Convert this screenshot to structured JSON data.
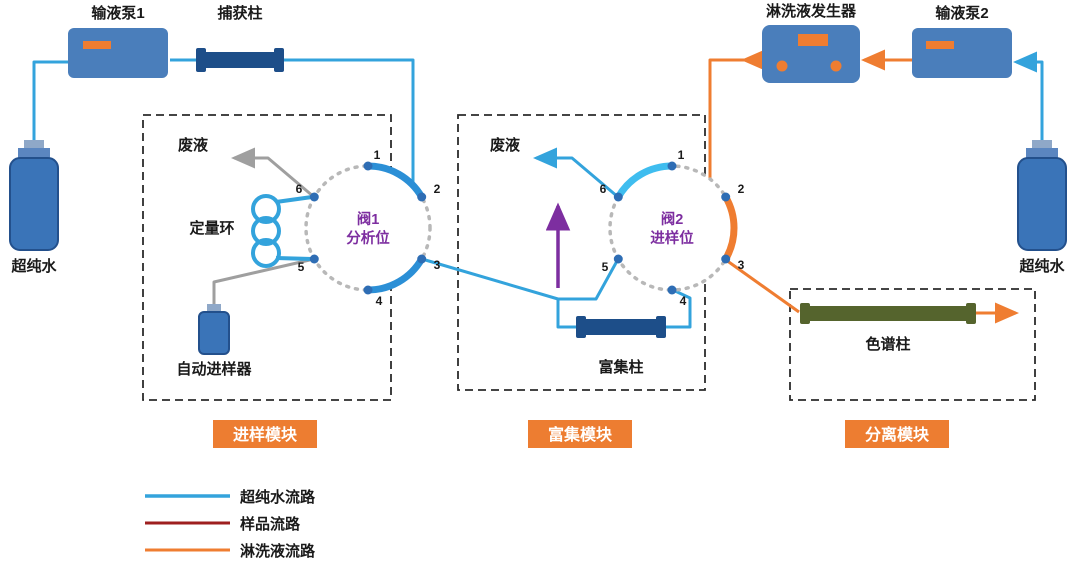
{
  "labels": {
    "pump1": "输液泵1",
    "capture_column": "捕获柱",
    "eluent_generator": "淋洗液发生器",
    "pump2": "输液泵2",
    "water_left": "超纯水",
    "water_right": "超纯水",
    "waste_1": "废液",
    "waste_2": "废液",
    "sample_loop": "定量环",
    "autosampler": "自动进样器",
    "enrichment_column": "富集柱",
    "separation_column": "色谱柱"
  },
  "valve1": {
    "line1": "阀1",
    "line2": "分析位",
    "ports": [
      "1",
      "2",
      "3",
      "4",
      "5",
      "6"
    ]
  },
  "valve2": {
    "line1": "阀2",
    "line2": "进样位",
    "ports": [
      "1",
      "2",
      "3",
      "4",
      "5",
      "6"
    ]
  },
  "modules": {
    "injection": "进样模块",
    "enrichment": "富集模块",
    "separation": "分离模块"
  },
  "legend": {
    "items": [
      {
        "label": "超纯水流路",
        "color": "#33a3dc"
      },
      {
        "label": "样品流路",
        "color": "#9e1f1f"
      },
      {
        "label": "淋洗液流路",
        "color": "#ef7d31"
      }
    ]
  },
  "colors": {
    "water": "#33a3dc",
    "sample": "#9e1f1f",
    "eluent": "#ef7d31",
    "gray_tube": "#9f9f9f",
    "valve_text_purple": "#7d2ea0",
    "module_tab": "#ed7d31",
    "pump_blue": "#4a7ebb",
    "dark_column_blue": "#1d4e89",
    "column_green": "#55642d",
    "bottle_blue": "#3a74b8"
  }
}
